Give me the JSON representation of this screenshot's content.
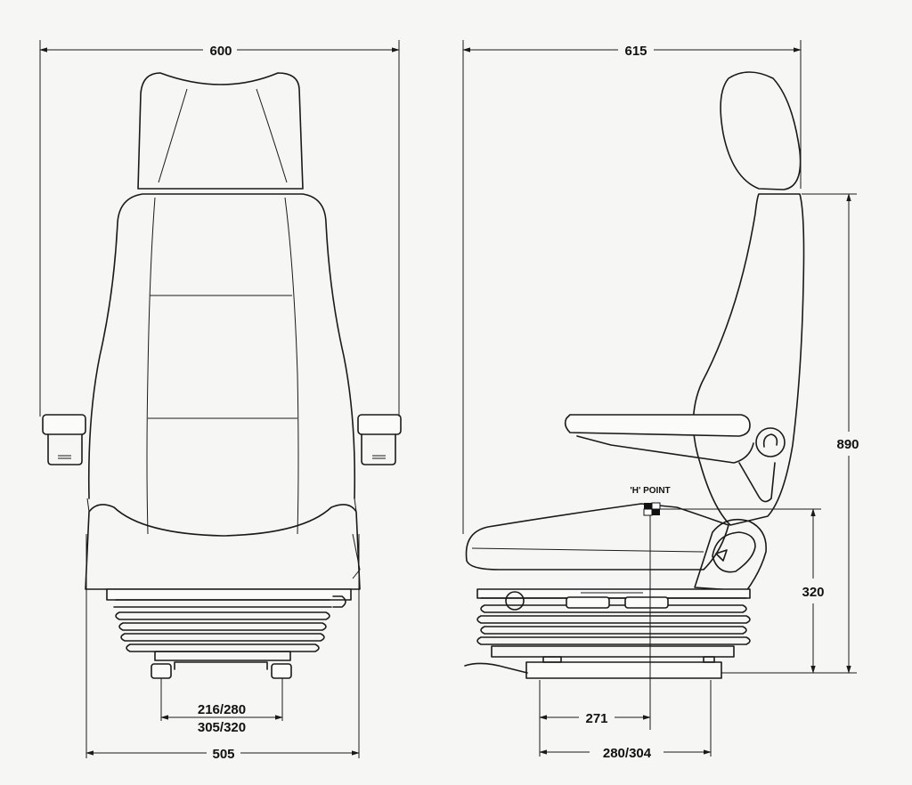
{
  "front_view": {
    "overall_width": "600",
    "mount_spacing_a": "216/280",
    "mount_spacing_b": "305/320",
    "base_width": "505"
  },
  "side_view": {
    "overall_depth": "615",
    "overall_height": "890",
    "h_point_label": "'H' POINT",
    "h_point_height": "320",
    "h_point_offset": "271",
    "base_depth": "280/304"
  }
}
